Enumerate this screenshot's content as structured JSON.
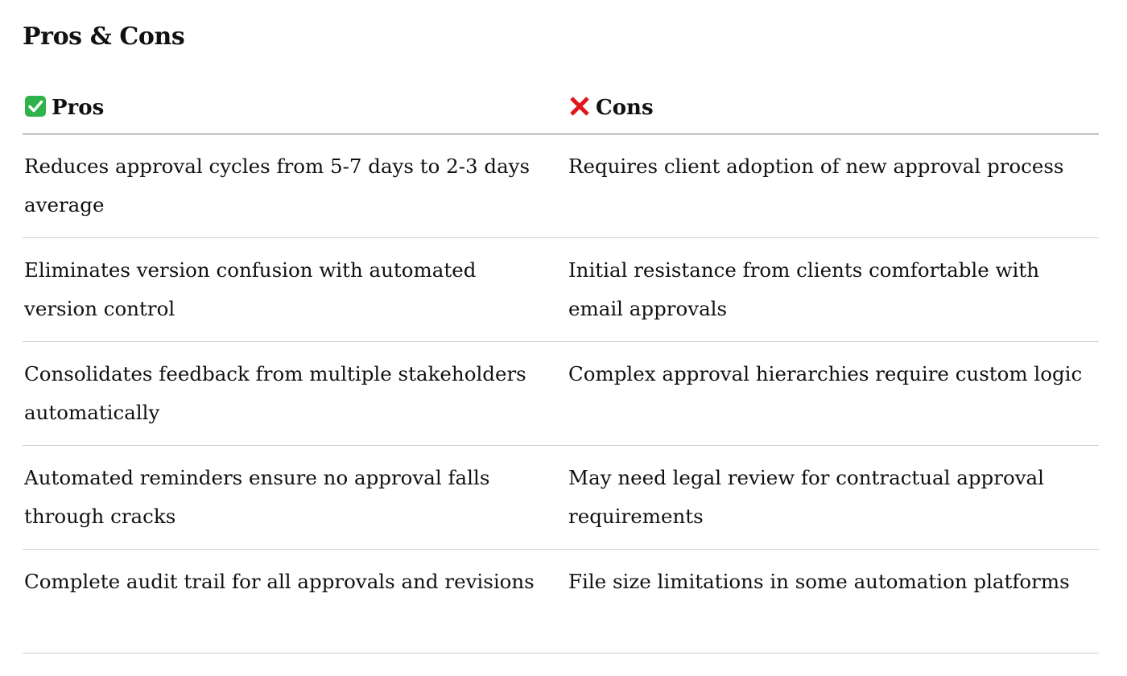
{
  "title": "Pros & Cons",
  "columns": {
    "pros": {
      "icon": "check-mark-button-icon",
      "label": "Pros",
      "icon_color": "#2fb24c"
    },
    "cons": {
      "icon": "cross-mark-icon",
      "label": "Cons",
      "icon_color": "#e0161c"
    }
  },
  "rows": [
    {
      "pro": "Reduces approval cycles from 5-7 days to 2-3 days average",
      "con": "Requires client adoption of new approval process"
    },
    {
      "pro": "Eliminates version confusion with automated version control",
      "con": "Initial resistance from clients comfortable with email approvals"
    },
    {
      "pro": "Consolidates feedback from multiple stakeholders automatically",
      "con": "Complex approval hierarchies require custom logic"
    },
    {
      "pro": "Automated reminders ensure no approval falls through cracks",
      "con": "May need legal review for contractual approval requirements"
    },
    {
      "pro": "Complete audit trail for all approvals and revisions",
      "con": "File size limitations in some automation platforms"
    }
  ]
}
